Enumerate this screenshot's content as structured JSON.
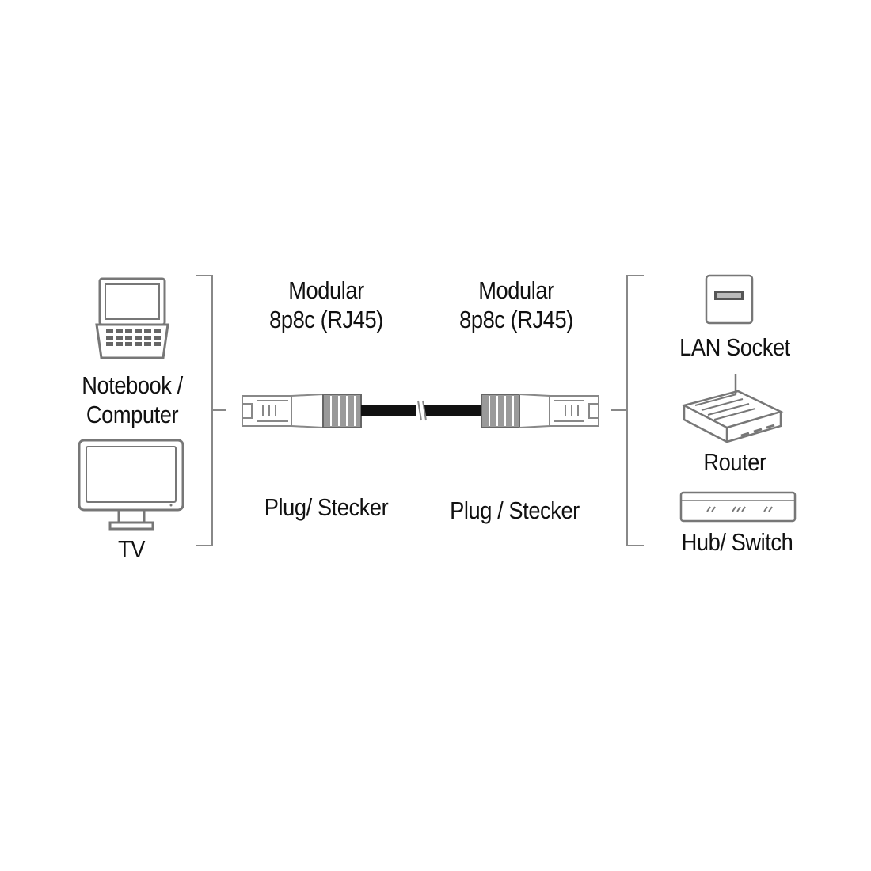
{
  "left_devices": {
    "notebook_label_line1": "Notebook /",
    "notebook_label_line2": "Computer",
    "tv_label": "TV"
  },
  "connectors": {
    "left_type_line1": "Modular",
    "left_type_line2": "8p8c (RJ45)",
    "right_type_line1": "Modular",
    "right_type_line2": "8p8c (RJ45)",
    "left_plug_label": "Plug/ Stecker",
    "right_plug_label": "Plug / Stecker"
  },
  "right_devices": {
    "lan_socket_label": "LAN Socket",
    "router_label": "Router",
    "hub_switch_label": "Hub/ Switch"
  },
  "colors": {
    "line": "#7a7a7a",
    "cable": "#111111",
    "text": "#111111"
  }
}
